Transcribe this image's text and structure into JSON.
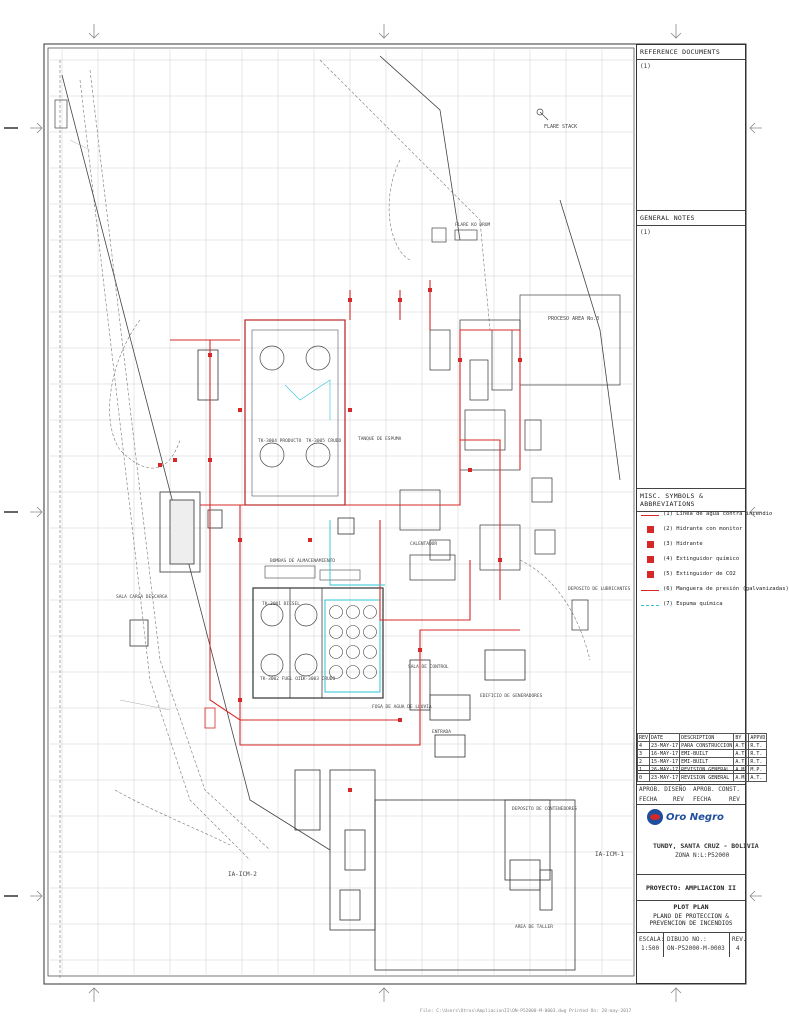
{
  "title_block": {
    "reference_header": "REFERENCE DOCUMENTS",
    "reference_item": "(1)",
    "notes_header": "GENERAL NOTES",
    "notes_item": "(1)",
    "legend_header": "MISC. SYMBOLS & ABBREVIATIONS",
    "legend": [
      {
        "label": "(1) Línea de agua contra incendio",
        "color": "#d62828"
      },
      {
        "label": "(2) Hidrante con monitor",
        "color": "#d62828"
      },
      {
        "label": "(3) Hidrante",
        "color": "#d62828"
      },
      {
        "label": "(4) Extinguidor químico",
        "color": "#d62828"
      },
      {
        "label": "(5) Extinguidor de CO2",
        "color": "#d62828"
      },
      {
        "label": "(6) Manguera de presión (galvanizadas)",
        "color": "#d62828"
      },
      {
        "label": "(7) Espuma química",
        "color": "#2ec4d6"
      }
    ],
    "rev_header": [
      "REV",
      "DATE",
      "DESCRIPTION",
      "BY",
      "APPVD"
    ],
    "revisions": [
      [
        "4",
        "23-MAY-17",
        "PARA CONSTRUCCION",
        "A.T.",
        "R.T."
      ],
      [
        "3",
        "16-MAY-17",
        "EMI-BUILT",
        "A.T.",
        "R.T."
      ],
      [
        "2",
        "15-MAY-17",
        "EMI-BUILT",
        "A.T.",
        "R.T."
      ],
      [
        "1",
        "26-MAY-17",
        "REVISION GENERAL",
        "A.M.",
        "M.P."
      ],
      [
        "0",
        "23-MAY-17",
        "REVISION GENERAL",
        "A.M.",
        "A.T."
      ]
    ],
    "approvals": [
      "APROB. DISEÑO",
      "APROB. CONST.",
      "FECHA",
      "REV",
      "FECHA",
      "REV"
    ],
    "company": "Oro Negro",
    "location": "TUNDY, SANTA CRUZ - BOLIVIA",
    "location_sub": "ZONA N:L:P52000",
    "project": "PROYECTO: AMPLIACION II",
    "drawing_title": "PLOT PLAN",
    "drawing_sub1": "PLANO DE PROTECCION &",
    "drawing_sub2": "PREVENCION DE INCENDIOS",
    "scale_label": "ESCALA:",
    "scale_value": "1:500",
    "dwg_label": "DIBUJO NO.:",
    "dwg_value": "ON-P52000-M-0003",
    "rev_label": "REV.",
    "rev_value": "4"
  },
  "plan_labels": {
    "flare_stack": "FLARE STACK",
    "flare_kod": "FLARE KO DRUM",
    "process": "PROCESO AREA No.3",
    "tk_1": "TK-3004 PRODUCTO",
    "tk_2": "TK-3005 CRUDO",
    "espuma": "TANQUE DE ESPUMA",
    "bombas": "BOMBAS DE ALMACENAMIENTO",
    "tk_diesel": "TK-3001 DIESEL",
    "tk_fuel": "TK-3002 FUEL OIL",
    "tk_crudo": "TK-3003 CRUDO",
    "control": "SALA DE CONTROL",
    "generadores": "EDIFICIO DE GENERADORES",
    "lubricantes": "DEPOSITO DE LUBRICANTES",
    "entrada": "ENTRADA",
    "carga": "SALA CARGA DESCARGA",
    "taller": "AREA DE TALLER",
    "deposito": "DEPOSITO DE CONTENEDORES",
    "imm1": "IA-ICM-1",
    "imm2": "IA-ICM-2",
    "calentador": "CALENTADOR",
    "aguas": "FOSA DE AGUA DE LLUVIA",
    "footer": "File: C:\\Users\\Otros\\AmpliacionII\\ON-P52000-M-0003.dwg   Printed On: 28-may-2017"
  }
}
